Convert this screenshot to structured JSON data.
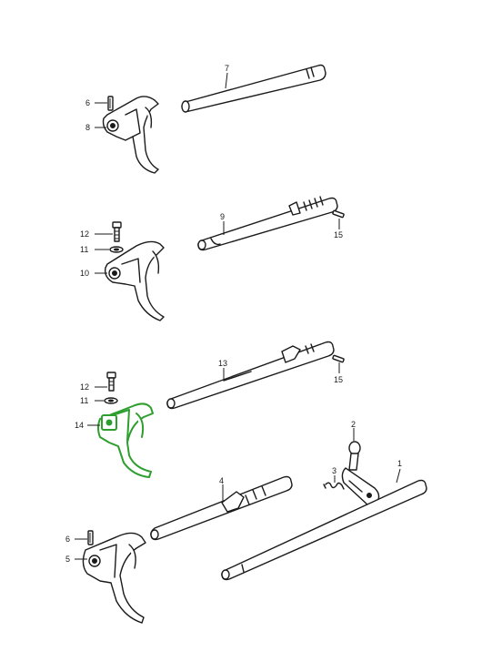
{
  "colors": {
    "line": "#1a1a1a",
    "highlight": "#2e9e2e",
    "background": "#ffffff"
  },
  "callouts": [
    {
      "id": "c1",
      "label": "1"
    },
    {
      "id": "c2",
      "label": "2"
    },
    {
      "id": "c3",
      "label": "3"
    },
    {
      "id": "c4",
      "label": "4"
    },
    {
      "id": "c5",
      "label": "5"
    },
    {
      "id": "c6a",
      "label": "6"
    },
    {
      "id": "c6b",
      "label": "6"
    },
    {
      "id": "c7",
      "label": "7"
    },
    {
      "id": "c8",
      "label": "8"
    },
    {
      "id": "c9",
      "label": "9"
    },
    {
      "id": "c10",
      "label": "10"
    },
    {
      "id": "c11a",
      "label": "11"
    },
    {
      "id": "c11b",
      "label": "11"
    },
    {
      "id": "c12a",
      "label": "12"
    },
    {
      "id": "c12b",
      "label": "12"
    },
    {
      "id": "c13",
      "label": "13"
    },
    {
      "id": "c14",
      "label": "14"
    },
    {
      "id": "c15a",
      "label": "15"
    },
    {
      "id": "c15b",
      "label": "15"
    }
  ],
  "highlighted_part": "14"
}
